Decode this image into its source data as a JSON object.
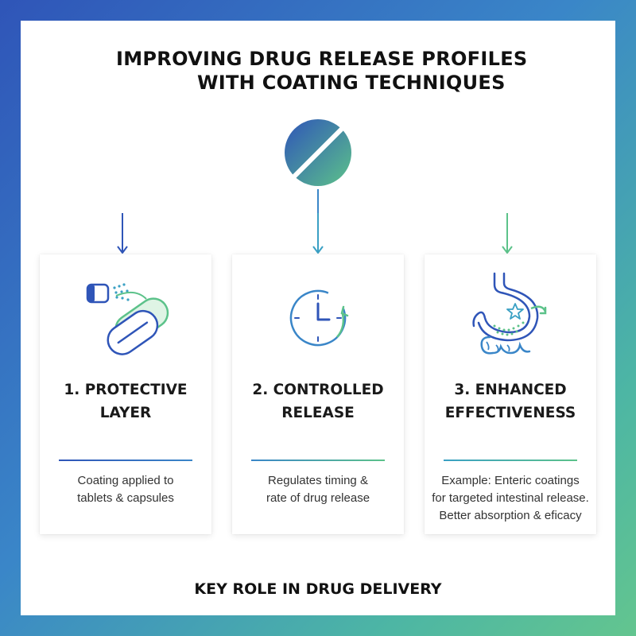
{
  "title": {
    "line1": "IMPROVING DRUG RELEASE PROFILES",
    "line2": "WITH COATING TECHNIQUES"
  },
  "icons": {
    "top": "coated-pill-icon",
    "card1": "spray-coating-capsule-icon",
    "card2": "clock-timer-icon",
    "card3": "stomach-intestine-icon"
  },
  "colors": {
    "blue": "#2f55b8",
    "teal": "#3aa0c4",
    "green": "#5cc28a"
  },
  "cards": [
    {
      "title_line1": "1. PROTECTIVE",
      "title_line2": "LAYER",
      "text_line1": "Coating applied to",
      "text_line2": "tablets & capsules",
      "text_line3": ""
    },
    {
      "title_line1": "2. CONTROLLED",
      "title_line2": "RELEASE",
      "text_line1": "Regulates timing &",
      "text_line2": "rate of drug release",
      "text_line3": ""
    },
    {
      "title_line1": "3. ENHANCED",
      "title_line2": "EFFECTIVENESS",
      "text_line1": "Example: Enteric coatings",
      "text_line2": "for targeted intestinal release.",
      "text_line3": "Better absorption & eficacy"
    }
  ],
  "footer": "KEY ROLE IN DRUG DELIVERY"
}
